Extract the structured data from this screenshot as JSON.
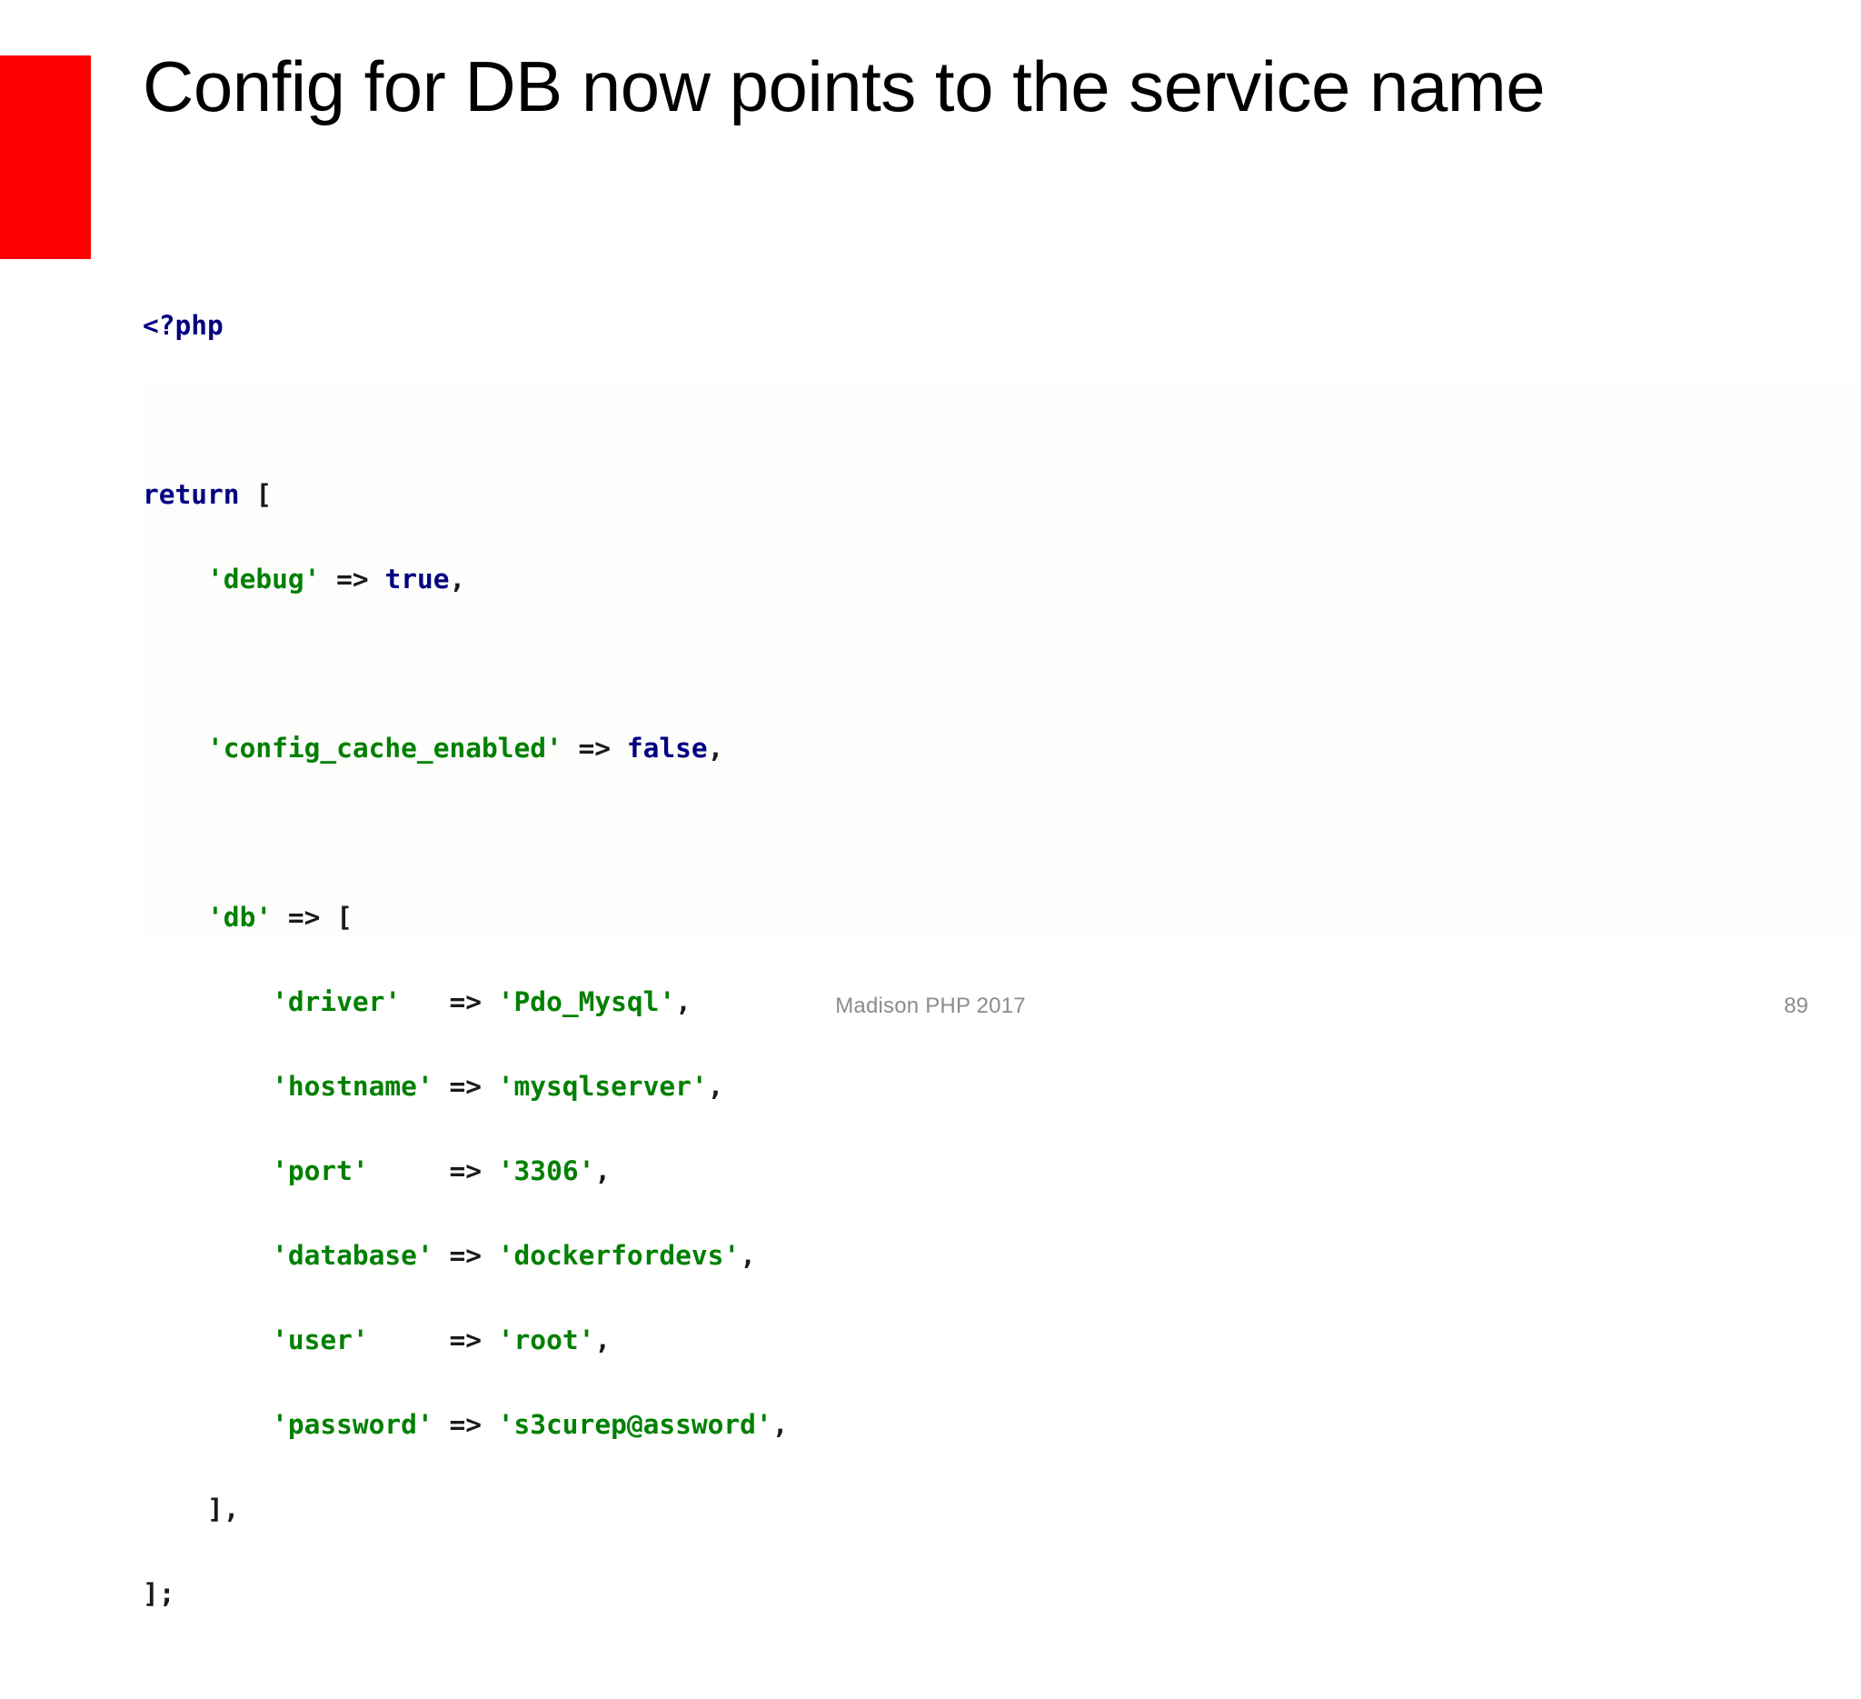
{
  "slide": {
    "title": "Config for DB now points to the service name",
    "accent_color": "#ff0000",
    "background_color": "#ffffff"
  },
  "code_block": {
    "language": "php",
    "colors": {
      "keyword": "#000080",
      "string": "#008000",
      "punctuation": "#1a1a1a",
      "background": "#fdfdfc"
    },
    "lines": [
      {
        "id": "l1",
        "text": "<?php"
      },
      {
        "id": "l2",
        "text": ""
      },
      {
        "id": "l3",
        "text": "return ["
      },
      {
        "id": "l4",
        "text": "    'debug' => true,"
      },
      {
        "id": "l5",
        "text": ""
      },
      {
        "id": "l6",
        "text": "    'config_cache_enabled' => false,"
      },
      {
        "id": "l7",
        "text": ""
      },
      {
        "id": "l8",
        "text": "    'db' => ["
      },
      {
        "id": "l9",
        "text": "        'driver'   => 'Pdo_Mysql',"
      },
      {
        "id": "l10",
        "text": "        'hostname' => 'mysqlserver',"
      },
      {
        "id": "l11",
        "text": "        'port'     => '3306',"
      },
      {
        "id": "l12",
        "text": "        'database' => 'dockerfordevs',"
      },
      {
        "id": "l13",
        "text": "        'user'     => 'root',"
      },
      {
        "id": "l14",
        "text": "        'password' => 's3curep@assword',"
      },
      {
        "id": "l15",
        "text": "    ],"
      },
      {
        "id": "l16",
        "text": "];"
      }
    ],
    "tokens": {
      "php_open": "<?php",
      "return": "return",
      "open_bracket": "[",
      "debug_key": "'debug'",
      "arrow": "=>",
      "true": "true",
      "comma": ",",
      "config_cache_enabled_key": "'config_cache_enabled'",
      "false": "false",
      "db_key": "'db'",
      "driver_key": "'driver'",
      "driver_value": "'Pdo_Mysql'",
      "hostname_key": "'hostname'",
      "hostname_value": "'mysqlserver'",
      "port_key": "'port'",
      "port_value": "'3306'",
      "database_key": "'database'",
      "database_value": "'dockerfordevs'",
      "user_key": "'user'",
      "user_value": "'root'",
      "password_key": "'password'",
      "password_value": "'s3curep@assword'",
      "close_bracket_comma": "],",
      "close_bracket_semicolon": "];"
    },
    "config_values": {
      "debug": "true",
      "config_cache_enabled": "false",
      "db.driver": "Pdo_Mysql",
      "db.hostname": "mysqlserver",
      "db.port": "3306",
      "db.database": "dockerfordevs",
      "db.user": "root",
      "db.password": "s3curep@assword"
    }
  },
  "footer": {
    "center_text": "Madison PHP 2017",
    "page_number": "89",
    "color": "#8c8c8c"
  }
}
